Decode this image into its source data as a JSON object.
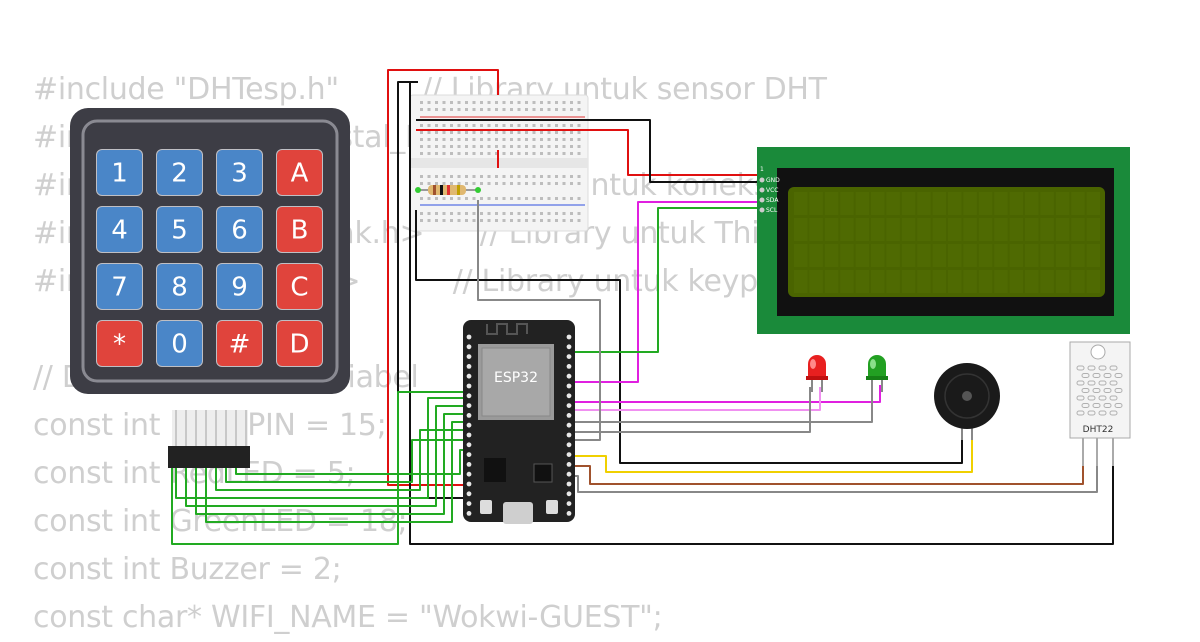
{
  "code_lines": [
    "#include \"DHTesp.h\"         // Library untuk sensor DHT",
    "#include <LiquidCrystal_I2C.h>",
    "#include <WiFi.h>             // Library untuk koneksi",
    "#include <ThingSpeak.h>      // Library untuk ThingSpeak",
    "#include <Keypad.h>          // Library untuk keypad",
    "",
    "// Definisi pin dan variabel",
    "const int DHT_PIN = 15;",
    "const int RedLED = 5;",
    "const int GreenLED = 18;",
    "const int Buzzer = 2;",
    "const char* WIFI_NAME = \"Wokwi-GUEST\";"
  ],
  "keypad": {
    "keys": [
      [
        "1",
        "2",
        "3",
        "A"
      ],
      [
        "4",
        "5",
        "6",
        "B"
      ],
      [
        "7",
        "8",
        "9",
        "C"
      ],
      [
        "*",
        "0",
        "#",
        "D"
      ]
    ],
    "colors": {
      "digit": "#4a86c8",
      "letter": "#e0443c",
      "body": "#3d3d45"
    }
  },
  "esp32": {
    "label": "ESP32"
  },
  "lcd": {
    "pins": [
      "GND",
      "VCC",
      "SDA",
      "SCL"
    ],
    "pin_index_label": "1"
  },
  "dht": {
    "label": "DHT22"
  },
  "wire_colors": {
    "red": "#e01010",
    "black": "#111111",
    "green": "#22aa22",
    "magenta": "#e020e0",
    "pink": "#f090f0",
    "gray": "#888888",
    "yellow": "#f0d000",
    "brown": "#a0522d"
  }
}
